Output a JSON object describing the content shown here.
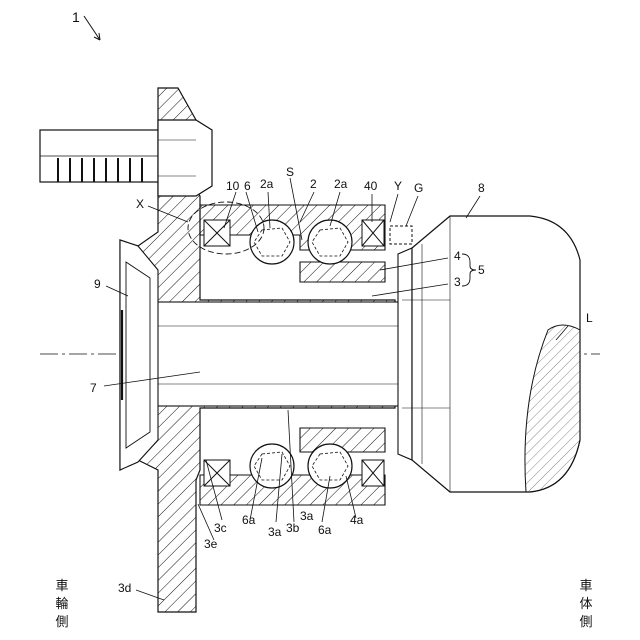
{
  "figure_number": "1",
  "labels": {
    "n10": "10",
    "n6_top": "6",
    "n2a_left": "2a",
    "nS": "S",
    "n2": "2",
    "n2a_right": "2a",
    "n40": "40",
    "nY": "Y",
    "nG": "G",
    "n8": "8",
    "nX": "X",
    "n4": "4",
    "n5": "5",
    "n3": "3",
    "n9": "9",
    "nL": "L",
    "n7": "7",
    "n3c": "3c",
    "n6a_left": "6a",
    "n3a_left": "3a",
    "n3a_right": "3a",
    "n3b": "3b",
    "n6a_right": "6a",
    "n4a": "4a",
    "n3e": "3e",
    "n3d": "3d"
  },
  "side_labels": {
    "wheel_side": [
      "車",
      "輪",
      "側"
    ],
    "vehicle_side": [
      "車",
      "体",
      "側"
    ]
  }
}
